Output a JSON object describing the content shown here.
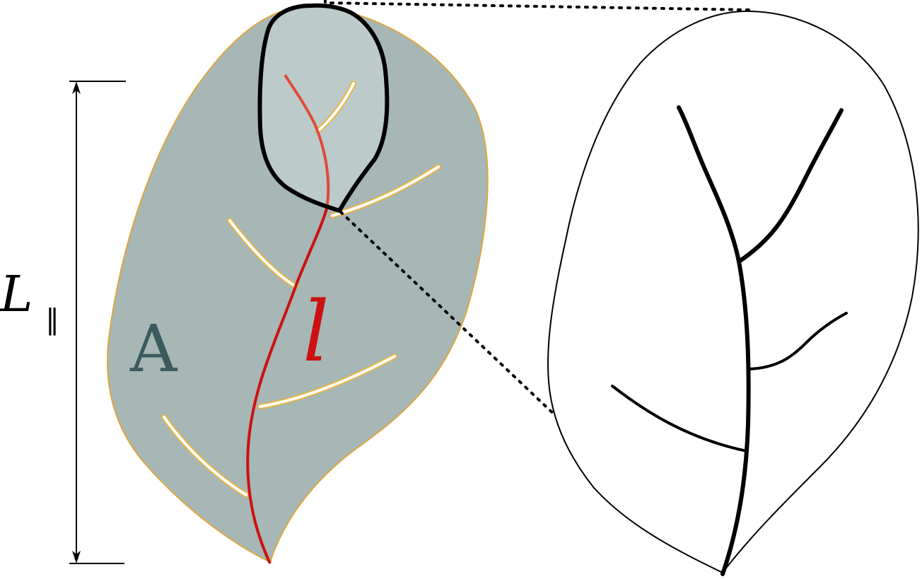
{
  "labels": {
    "length_main": "L",
    "length_subscript": "∥",
    "area": "A",
    "vein_length": "l"
  },
  "colors": {
    "leaf_fill": "#a6b7b5",
    "leaf_outline": "#e0a640",
    "zoom_region_fill": "#bccbc9",
    "midrib_red": "#cc1111",
    "midrib_red_light": "#e04a3a",
    "veinlet_white": "#ffffff",
    "veinlet_edge": "#e7b547",
    "area_label": "#3b5a5e",
    "ink": "#000000",
    "dimension_line": "#000000"
  }
}
